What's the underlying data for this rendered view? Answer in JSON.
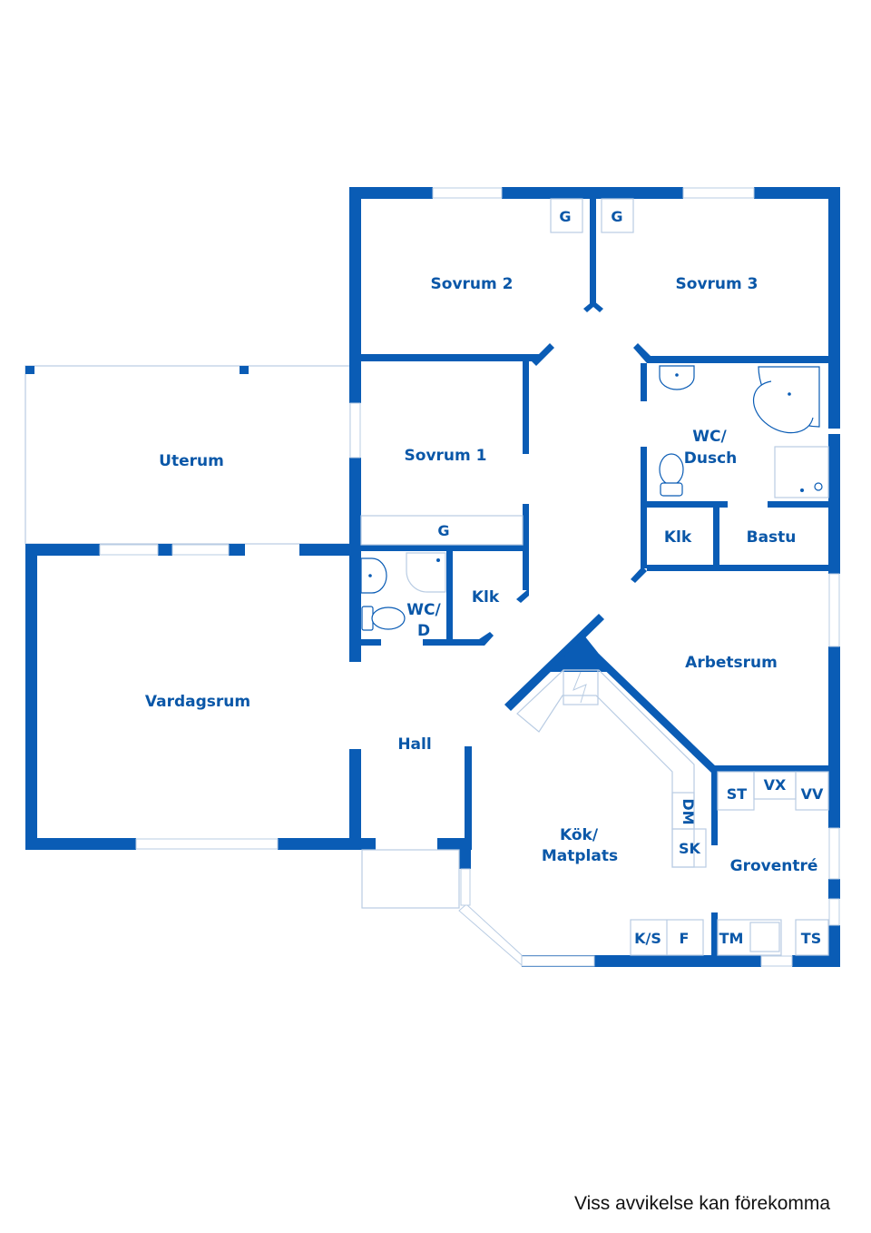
{
  "rooms": {
    "sovrum2": "Sovrum 2",
    "sovrum3": "Sovrum 3",
    "sovrum1": "Sovrum 1",
    "uterum": "Uterum",
    "wc_dusch_1": "WC/",
    "wc_dusch_2": "Dusch",
    "klk_right": "Klk",
    "bastu": "Bastu",
    "klk_left": "Klk",
    "wc_d_1": "WC/",
    "wc_d_2": "D",
    "vardagsrum": "Vardagsrum",
    "arbetsrum": "Arbetsrum",
    "hall": "Hall",
    "kok_1": "Kök/",
    "kok_2": "Matplats",
    "groventre": "Groventré"
  },
  "fixtures": {
    "g1": "G",
    "g2": "G",
    "g3": "G",
    "st": "ST",
    "vx": "VX",
    "vv": "VV",
    "dm": "DM",
    "sk": "SK",
    "ks": "K/S",
    "f": "F",
    "tm": "TM",
    "ts": "TS"
  },
  "disclaimer": "Viss avvikelse kan förekomma",
  "colors": {
    "wall": "#0a5cb5",
    "label": "#0a57a8",
    "thin": "#b9cce3"
  }
}
